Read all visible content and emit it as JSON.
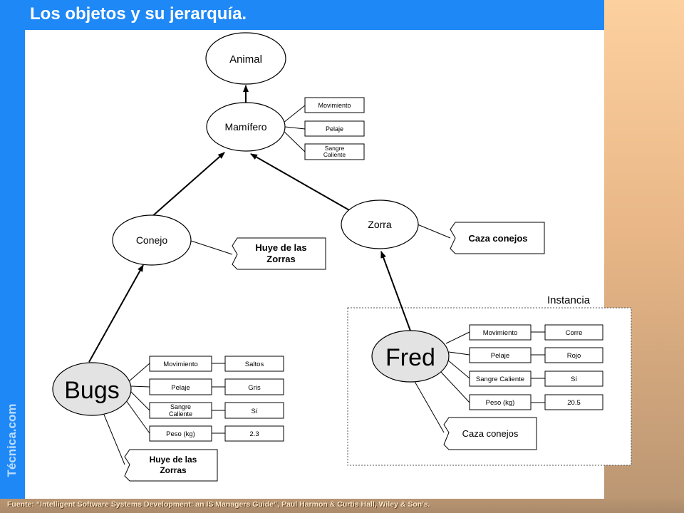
{
  "title": "Los objetos y su jerarquía.",
  "brand": "Técnica.com",
  "source": "Fuente: “Intelligent Software Systems Development: an IS Managers Guide”, Paul Harmon & Curtis Hall, Wiley & Son’s.",
  "nodes": {
    "animal": "Animal",
    "mamifero": "Mamífero",
    "conejo": "Conejo",
    "zorra": "Zorra",
    "bugs": "Bugs",
    "fred": "Fred"
  },
  "mamifero_attributes": [
    "Movimiento",
    "Pelaje",
    "Sangre Caliente"
  ],
  "conejo_behavior": "Huye de las Zorras",
  "zorra_behavior": "Caza conejos",
  "bugs": {
    "attributes": [
      {
        "name": "Movimiento",
        "value": "Saltos"
      },
      {
        "name": "Pelaje",
        "value": "Gris"
      },
      {
        "name": "Sangre Caliente",
        "value": "Sí"
      },
      {
        "name": "Peso (kg)",
        "value": "2.3"
      }
    ],
    "behavior": "Huye de las Zorras"
  },
  "instance_label": "Instancia",
  "fred": {
    "attributes": [
      {
        "name": "Movimiento",
        "value": "Corre"
      },
      {
        "name": "Pelaje",
        "value": "Rojo"
      },
      {
        "name": "Sangre Caliente",
        "value": "Sí"
      },
      {
        "name": "Peso (kg)",
        "value": "20.5"
      }
    ],
    "behavior": "Caza conejos"
  }
}
